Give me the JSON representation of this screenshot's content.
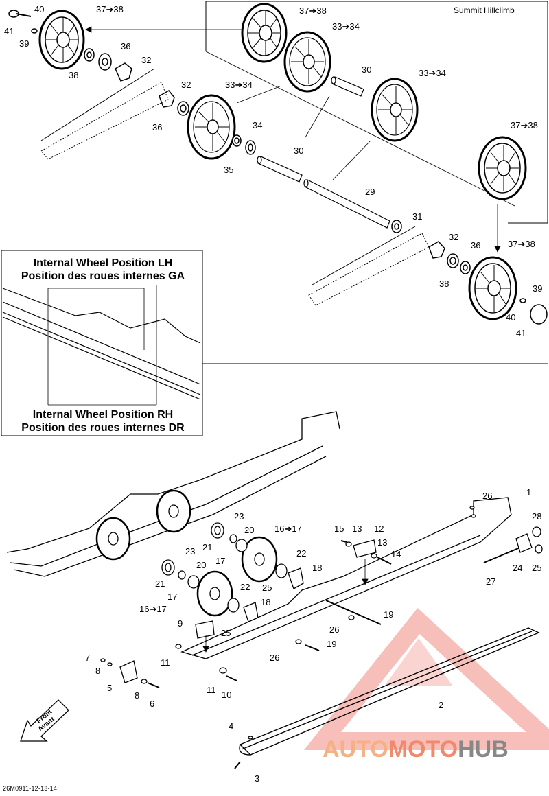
{
  "section_label": "Summit Hillclimb",
  "inset": {
    "title_lh_en": "Internal Wheel Position LH",
    "title_lh_fr": "Position des roues internes GA",
    "title_rh_en": "Internal Wheel Position RH",
    "title_rh_fr": "Position des roues internes DR"
  },
  "callouts": {
    "c40a": "40",
    "c41a": "41",
    "c39a": "39",
    "c3738a": "37➔38",
    "c38a": "38",
    "c36a": "36",
    "c32a": "32",
    "c32b": "32",
    "c36b": "36",
    "c3334a": "33➔34",
    "c34a": "34",
    "c35a": "35",
    "c30a": "30",
    "c3738b": "37➔38",
    "c3334b": "33➔34",
    "c30b": "30",
    "c3334c": "33➔34",
    "c3738c": "37➔38",
    "c29": "29",
    "c31": "31",
    "c32c": "32",
    "c36c": "36",
    "c3738d": "37➔38",
    "c38b": "38",
    "c39b": "39",
    "c40b": "40",
    "c41b": "41",
    "c26a": "26",
    "c1": "1",
    "c28": "28",
    "c23a": "23",
    "c20a": "20",
    "c1617a": "16➔17",
    "c21a": "21",
    "c17a": "17",
    "c15": "15",
    "c13a": "13",
    "c12": "12",
    "c13b": "13",
    "c14": "14",
    "c24": "24",
    "c25a": "25",
    "c27": "27",
    "c22a": "22",
    "c18a": "18",
    "c25b": "25",
    "c23b": "23",
    "c20b": "20",
    "c21b": "21",
    "c17b": "17",
    "c22b": "22",
    "c18b": "18",
    "c1617b": "16➔17",
    "c9": "9",
    "c25c": "25",
    "c19a": "19",
    "c26b": "26",
    "c19b": "19",
    "c26c": "26",
    "c11a": "11",
    "c7": "7",
    "c8a": "8",
    "c5": "5",
    "c8b": "8",
    "c6": "6",
    "c11b": "11",
    "c10": "10",
    "c2": "2",
    "c4": "4",
    "c3": "3"
  },
  "front_arrow": {
    "en": "Front",
    "fr": "Avant"
  },
  "reference": "26M0911-12-13-14",
  "watermark": {
    "part1": "AUTO",
    "part2": "MOTO",
    "part3": "HUB"
  },
  "colors": {
    "line": "#000000",
    "watermark_triangle": "#f28b82",
    "watermark_text_1": "#f4b183",
    "watermark_text_2": "#f08a6c",
    "watermark_text_3": "#888888"
  }
}
